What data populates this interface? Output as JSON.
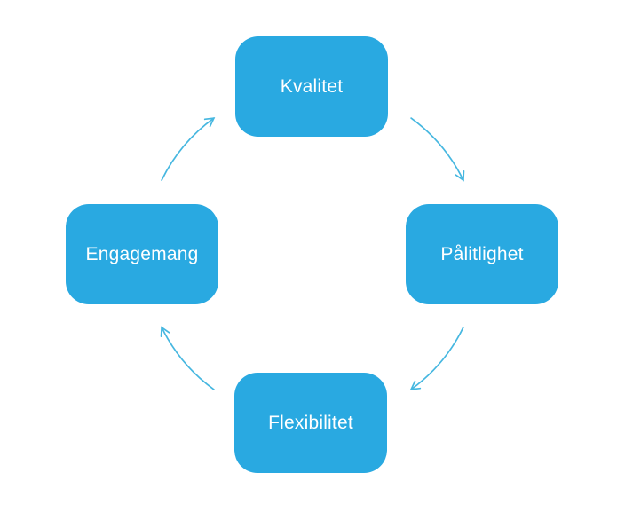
{
  "diagram": {
    "type": "cycle",
    "direction": "clockwise",
    "nodes": [
      {
        "id": "kvalitet",
        "label": "Kvalitet",
        "position": "top"
      },
      {
        "id": "palitlighet",
        "label": "Pålitlighet",
        "position": "right"
      },
      {
        "id": "flexibilitet",
        "label": "Flexibilitet",
        "position": "bottom"
      },
      {
        "id": "engagemang",
        "label": "Engagemang",
        "position": "left"
      }
    ],
    "edges": [
      {
        "from": "Kvalitet",
        "to": "Pålitlighet"
      },
      {
        "from": "Pålitlighet",
        "to": "Flexibilitet"
      },
      {
        "from": "Flexibilitet",
        "to": "Engagemang"
      },
      {
        "from": "Engagemang",
        "to": "Kvalitet"
      }
    ]
  },
  "colors": {
    "node_fill": "#29a9e1",
    "node_text": "#ffffff",
    "arrow": "#46b7e0",
    "background": "#ffffff"
  }
}
